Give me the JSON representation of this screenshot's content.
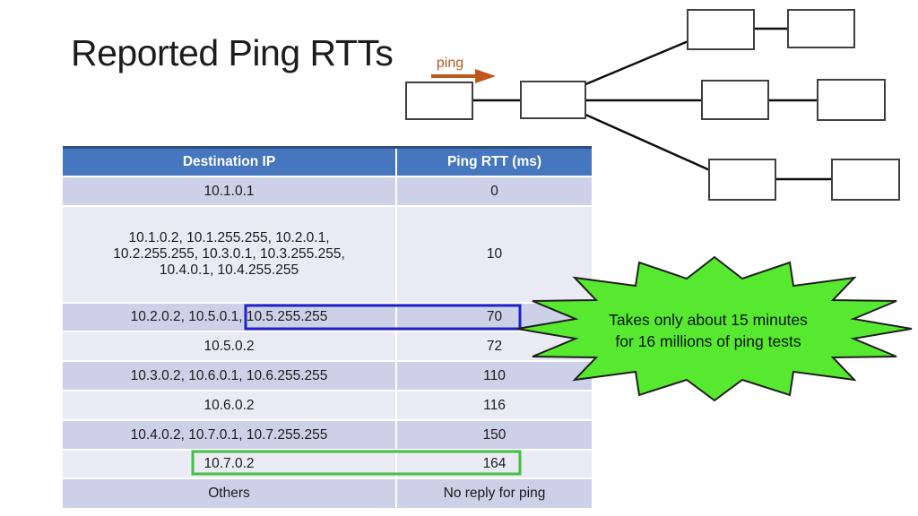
{
  "slide": {
    "title": "Reported Ping RTTs"
  },
  "diagram": {
    "ping_label": "ping"
  },
  "table": {
    "headers": [
      "Destination IP",
      "Ping RTT (ms)"
    ],
    "rows": [
      {
        "dest": "10.1.0.1",
        "rtt": "0"
      },
      {
        "dest": "10.1.0.2, 10.1.255.255, 10.2.0.1, 10.2.255.255, 10.3.0.1, 10.3.255.255, 10.4.0.1, 10.4.255.255",
        "rtt": "10"
      },
      {
        "dest": "10.2.0.2, 10.5.0.1, 10.5.255.255",
        "rtt": "70",
        "highlight": "blue"
      },
      {
        "dest": "10.5.0.2",
        "rtt": "72"
      },
      {
        "dest": "10.3.0.2, 10.6.0.1, 10.6.255.255",
        "rtt": "110"
      },
      {
        "dest": "10.6.0.2",
        "rtt": "116"
      },
      {
        "dest": "10.4.0.2, 10.7.0.1, 10.7.255.255",
        "rtt": "150"
      },
      {
        "dest": "10.7.0.2",
        "rtt": "164",
        "highlight": "green"
      },
      {
        "dest": "Others",
        "rtt": "No reply for ping"
      }
    ]
  },
  "callout": {
    "line1": "Takes only about 15 minutes",
    "line2": "for 16 millions of ping tests"
  },
  "colors": {
    "header_bg": "#4677BE",
    "header_border": "#2D4E81",
    "row_dark": "#CCD1E7",
    "row_light": "#E9EAF4",
    "node_red": "#C00000",
    "node_blue": "#1A1AE6",
    "node_green": "#44C53C",
    "node_plain": "#3f3f3f",
    "highlight_blue": "#2121CC",
    "highlight_green": "#45BE45",
    "callout_fill": "#57E930",
    "ping_orange": "#C0561A"
  }
}
